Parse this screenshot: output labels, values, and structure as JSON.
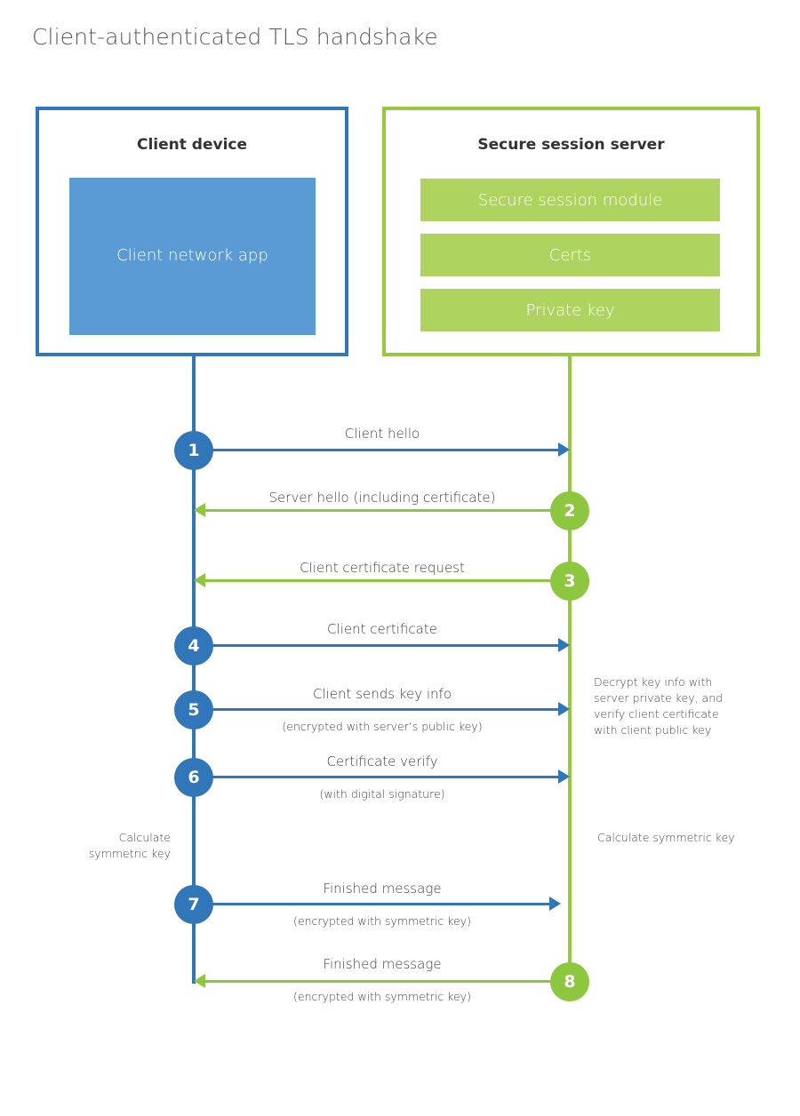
{
  "title": "Client-authenticated TLS handshake",
  "colors": {
    "blue": "#3176b8",
    "blue_fill": "#5b9bd5",
    "green": "#97c93d",
    "green_arrow": "#8dc63f",
    "green_fill": "#aed35f",
    "title_text": "#5a5a5a",
    "body_text": "#3f3f3f",
    "background": "#ffffff"
  },
  "actors": {
    "client": {
      "title": "Client device",
      "components": [
        {
          "label": "Client network app"
        }
      ]
    },
    "server": {
      "title": "Secure session server",
      "components": [
        {
          "label": "Secure session module"
        },
        {
          "label": "Certs"
        },
        {
          "label": "Private key"
        }
      ]
    }
  },
  "steps": [
    {
      "number": "1",
      "label": "Client hello",
      "sublabel": "",
      "direction": "to-server",
      "origin": "client"
    },
    {
      "number": "2",
      "label": "Server hello (including certificate)",
      "sublabel": "",
      "direction": "to-client",
      "origin": "server"
    },
    {
      "number": "3",
      "label": "Client certificate request",
      "sublabel": "",
      "direction": "to-client",
      "origin": "server"
    },
    {
      "number": "4",
      "label": "Client certificate",
      "sublabel": "",
      "direction": "to-server",
      "origin": "client"
    },
    {
      "number": "5",
      "label": "Client sends key info",
      "sublabel": "(encrypted with server’s public key)",
      "direction": "to-server",
      "origin": "client"
    },
    {
      "number": "6",
      "label": "Certificate verify",
      "sublabel": "(with digital signature)",
      "direction": "to-server",
      "origin": "client"
    },
    {
      "number": "7",
      "label": "Finished message",
      "sublabel": "(encrypted with symmetric key)",
      "direction": "to-server",
      "origin": "client"
    },
    {
      "number": "8",
      "label": "Finished message",
      "sublabel": "(encrypted with symmetric key)",
      "direction": "to-client",
      "origin": "server"
    }
  ],
  "notes": {
    "server_decrypt": "Decrypt key info with server private key, and verify client certificate with client public key",
    "calculate_left": "Calculate symmetric key",
    "calculate_right": "Calculate symmetric key"
  }
}
